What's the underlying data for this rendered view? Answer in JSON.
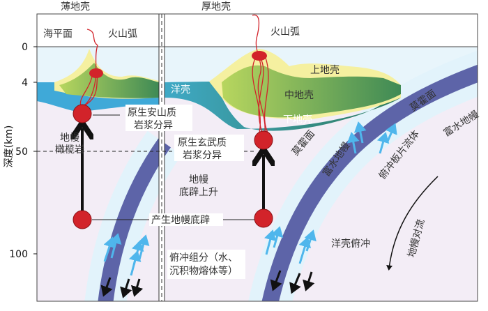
{
  "header": {
    "thin_crust": "薄地壳",
    "thick_crust": "厚地壳"
  },
  "axis": {
    "label": "深度(km)",
    "ticks": [
      "0",
      "4",
      "50",
      "100"
    ]
  },
  "labels": {
    "sea_level": "海平面",
    "arc_left": "火山弧",
    "arc_right": "火山弧",
    "oceanic_crust": "洋壳",
    "upper_crust": "上地壳",
    "middle_crust": "中地壳",
    "lower_crust": "下地壳",
    "andesitic_1": "原生安山质",
    "andesitic_2": "岩浆分异",
    "mantle_peridotite_1": "地幔",
    "mantle_peridotite_2": "橄榄岩",
    "basaltic_1": "原生玄武质",
    "basaltic_2": "岩浆分异",
    "diapir_rise_1": "地幔",
    "diapir_rise_2": "底辟上升",
    "diapir_generate": "产生地幔底辟",
    "subduction_components_1": "俯冲组分（水、",
    "subduction_components_2": "沉积物熔体等）",
    "moho_left": "莫霍面",
    "hydrous_mantle_left": "富水地幔",
    "moho_right": "莫霍面",
    "hydrous_mantle_right": "富水地幔",
    "slab_fluid": "俯冲板片流体",
    "ocean_subduction": "洋壳俯冲",
    "mantle_convection": "地幔对流"
  },
  "colors": {
    "mantle": "#f3edf6",
    "water": "#e6f4fb",
    "oceanic": "#3fa6c9",
    "upper": "#f5f0a0",
    "middle": "#b4d35c",
    "lower": "#3a9aa6",
    "slab": "#5d64a8",
    "magma": "#d2232a",
    "fluid": "#4fb6ec"
  }
}
